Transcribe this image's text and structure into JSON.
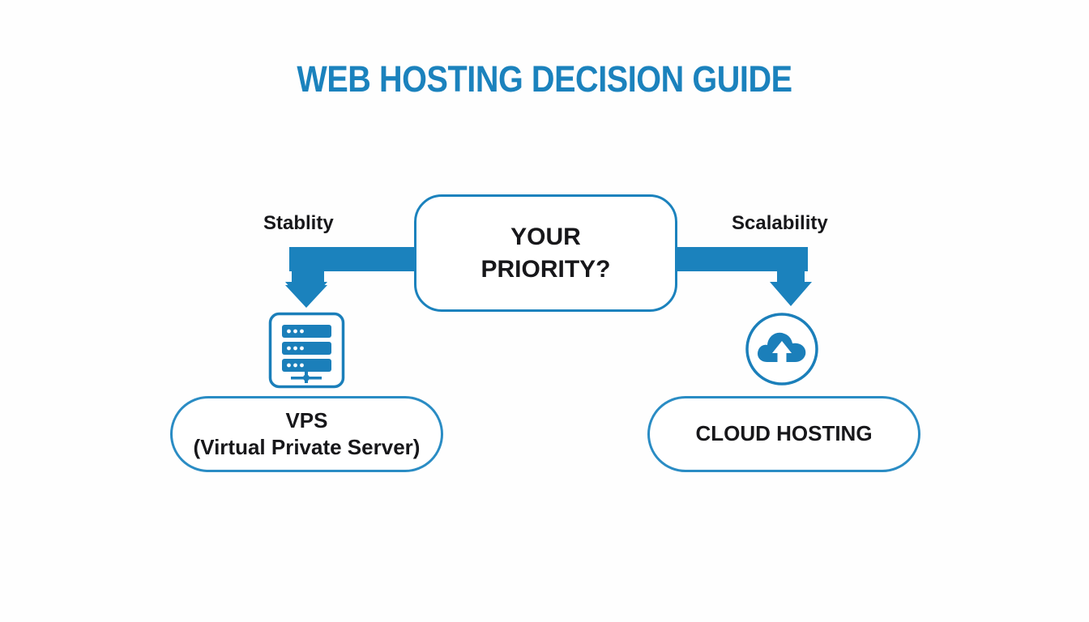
{
  "title": "WEB HOSTING DECISION GUIDE",
  "colors": {
    "accent_blue": "#1b82bd",
    "pill_border_blue": "#2a8cc4",
    "icon_blue": "#1b7fba",
    "text_black": "#17171a",
    "background": "#fefefe"
  },
  "decision": {
    "line1": "YOUR",
    "line2": "PRIORITY?"
  },
  "branches": [
    {
      "label": "Stablity",
      "direction": "left",
      "icon": "server-icon",
      "result_line1": "VPS",
      "result_line2": "(Virtual Private Server)"
    },
    {
      "label": "Scalability",
      "direction": "right",
      "icon": "cloud-upload-icon",
      "result_line1": "CLOUD HOSTING",
      "result_line2": ""
    }
  ]
}
